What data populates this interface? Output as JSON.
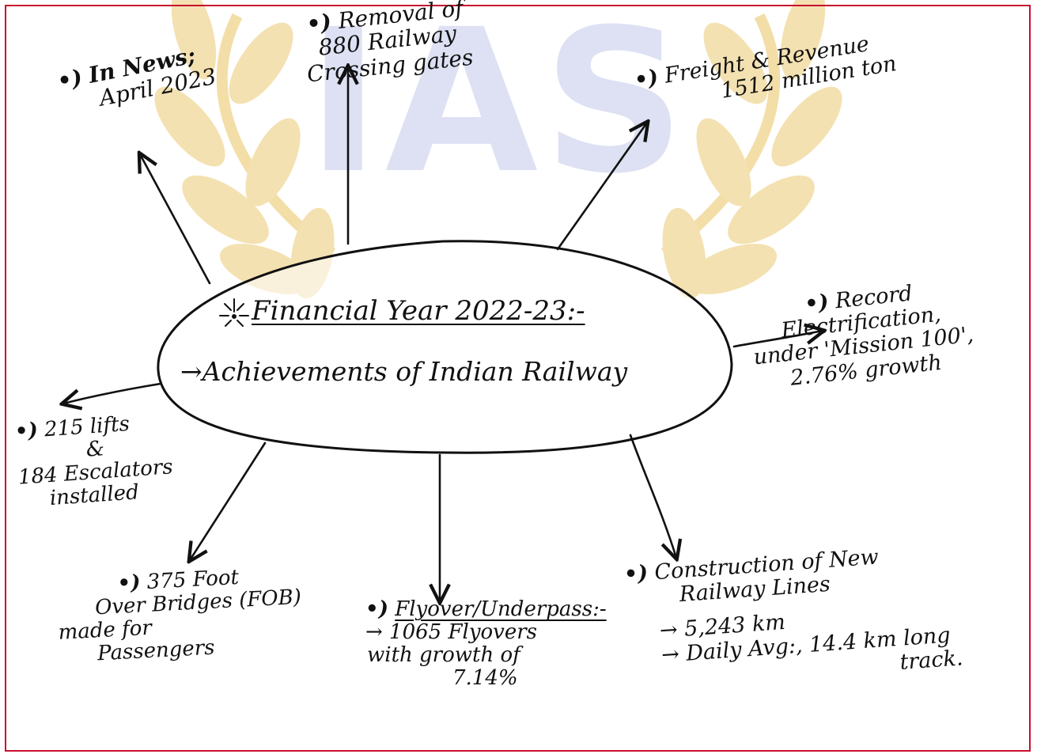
{
  "colors": {
    "frame": "#c8102e",
    "ink": "#111111",
    "watermark_gold": "#f3dca3",
    "watermark_blue": "#d2d7ef"
  },
  "watermark": {
    "text": "IAS",
    "icon": "laurel-wreath-icon"
  },
  "center": {
    "icon": "sparkle-icon",
    "line1": "Financial Year 2022-23:-",
    "line2": "→Achievements of Indian Railway"
  },
  "nodes": {
    "news": {
      "bullet": "•)",
      "line1": "In News;",
      "line2": "April 2023"
    },
    "removal": {
      "bullet": "•)",
      "line1": "Removal of",
      "line2": "880 Railway",
      "line3": "Crossing gates"
    },
    "freight": {
      "bullet": "•)",
      "line1": "Freight & Revenue",
      "line2": "1512 million ton"
    },
    "electrification": {
      "bullet": "•)",
      "line1": "Record",
      "line2": "Electrification,",
      "line3": "under 'Mission 100',",
      "line4": "2.76% growth"
    },
    "lifts": {
      "bullet": "•)",
      "line1": "215 lifts",
      "line2": "&",
      "line3": "184 Escalators",
      "line4": "installed"
    },
    "fob": {
      "bullet": "•)",
      "line1": "375 Foot",
      "line2": "Over Bridges (FOB)",
      "line3": "made for",
      "line4": "Passengers"
    },
    "flyover": {
      "bullet": "•)",
      "heading": "Flyover/Underpass:-",
      "line1": "→ 1065 Flyovers",
      "line2": "with growth of",
      "line3": "7.14%"
    },
    "construction": {
      "bullet": "•)",
      "line1": "Construction of New",
      "line2": "Railway Lines",
      "line3": "→ 5,243 km",
      "line4": "→ Daily Avg:, 14.4 km long",
      "line5": "track."
    }
  }
}
